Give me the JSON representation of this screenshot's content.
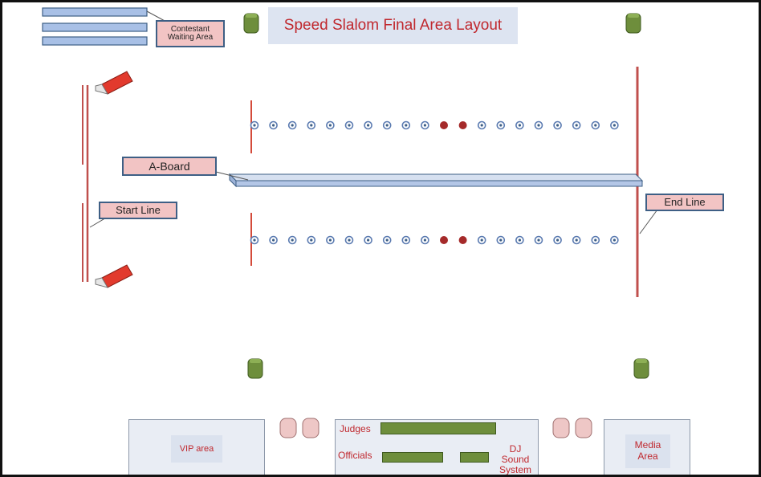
{
  "title": "Speed Slalom Final Area Layout",
  "labels": {
    "contestant_waiting_area": "Contestant Waiting Area",
    "a_board": "A-Board",
    "start_line": "Start Line",
    "end_line": "End Line"
  },
  "zones": {
    "vip_area": "VIP area",
    "judges": "Judges",
    "officials": "Officials",
    "dj_sound_system": "DJ Sound System",
    "media_area": "Media Area"
  },
  "cone_rows": {
    "cones_per_row": 20,
    "red_cone_positions": [
      10,
      11
    ]
  },
  "colors": {
    "title_text": "#c0282e",
    "title_bg": "#dde4f1",
    "label_bg": "#f2c4c4",
    "label_border": "#3e5f85",
    "line_red": "#c0504d",
    "cone_blue": "#5b7bb1",
    "cone_red": "#a52a2a",
    "bench_blue": "#a8c0e6",
    "chair_green": "#6e8e3c",
    "seat_pink": "#eec7c6",
    "table_green": "#6e8e3c",
    "marker_red": "#e23a2d"
  },
  "icons": [
    "chair-icon",
    "seat-icon",
    "marker-icon",
    "cone-icon",
    "bench-icon"
  ]
}
